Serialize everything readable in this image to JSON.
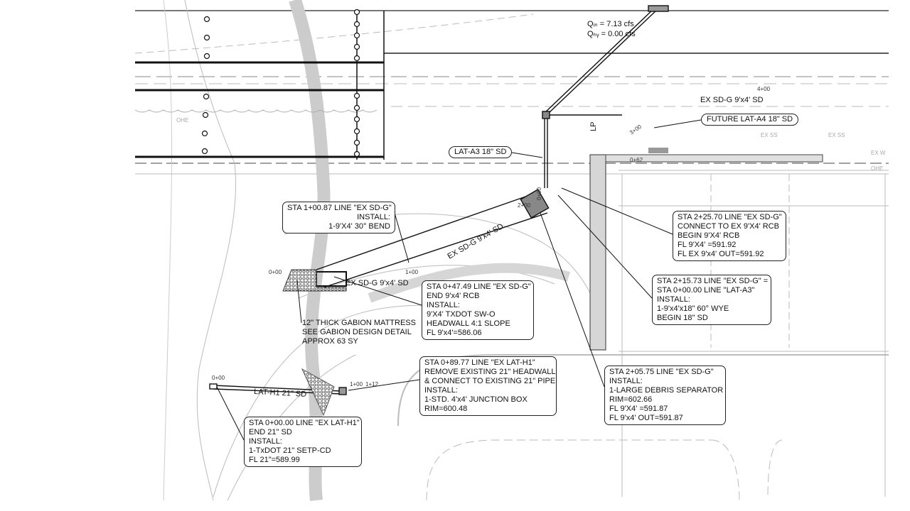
{
  "flow": {
    "qin": "Qᵢₙ = 7.13 cfs",
    "qby": "Qₕᵧ = 0.00 cfs"
  },
  "labels": {
    "ex_sdg_top": "EX SD-G 9'x4' SD",
    "ex_sdg_diag": "EX SD-G 9'x4' SD",
    "ex_sdg_horiz": "EX SD-G 9'x4' SD",
    "lat_h1": "LAT-H1 21\" SD",
    "lp": "LP",
    "ohe": "OHE",
    "ex_ss": "EX SS",
    "ex_w": "EX W"
  },
  "stations": {
    "s400": "4+00",
    "s300": "3+00",
    "s062": "0+62",
    "s000a": "0+00",
    "s100a": "1+00",
    "s000b": "0+00",
    "s100b": "1+00",
    "s112": "1+12",
    "s200": "2+00",
    "s000c": "0+00"
  },
  "pills": {
    "future_lat_a4": "FUTURE LAT-A4 18\" SD",
    "lat_a3": "LAT-A3 18\" SD"
  },
  "gabion_note": [
    "12\" THICK GABION MATTRESS",
    "SEE GABION DESIGN DETAIL",
    "APPROX 63 SY"
  ],
  "callouts": {
    "c1": [
      "STA 1+00.87 LINE \"EX SD-G\"",
      "INSTALL:",
      "1-9'X4' 30° BEND"
    ],
    "c2": [
      "STA 0+47.49 LINE \"EX SD-G\"",
      "END 9'x4' RCB",
      "INSTALL:",
      "9'X4' TXDOT SW-O",
      "HEADWALL 4:1 SLOPE",
      "FL 9'x4'=586.06"
    ],
    "c3": [
      "STA 2+25.70 LINE \"EX SD-G\"",
      "CONNECT TO EX 9'X4' RCB",
      "BEGIN 9'X4' RCB",
      "FL 9'X4' =591.92",
      "FL EX 9'x4' OUT=591.92"
    ],
    "c4": [
      "STA 2+15.73 LINE \"EX SD-G\" =",
      "STA 0+00.00 LINE \"LAT-A3\"",
      "INSTALL:",
      "1-9'x4'x18\" 60° WYE",
      "BEGIN 18\" SD"
    ],
    "c5": [
      "STA 2+05.75 LINE \"EX SD-G\"",
      "INSTALL:",
      "1-LARGE DEBRIS SEPARATOR",
      "RIM=602.66",
      "FL 9'X4' =591.87",
      "FL 9'x4' OUT=591.87"
    ],
    "c6": [
      "STA 0+89.77 LINE \"EX LAT-H1\"",
      "REMOVE EXISTING 21\" HEADWALL",
      "& CONNECT TO EXISTING 21\" PIPE",
      "INSTALL:",
      "1-STD. 4'x4' JUNCTION BOX",
      "RIM=600.48"
    ],
    "c7": [
      "STA 0+00.00 LINE \"EX LAT-H1\"",
      "END 21\" SD",
      "INSTALL:",
      "1-TxDOT 21\" SETP-CD",
      "FL 21\"=589.99"
    ]
  }
}
